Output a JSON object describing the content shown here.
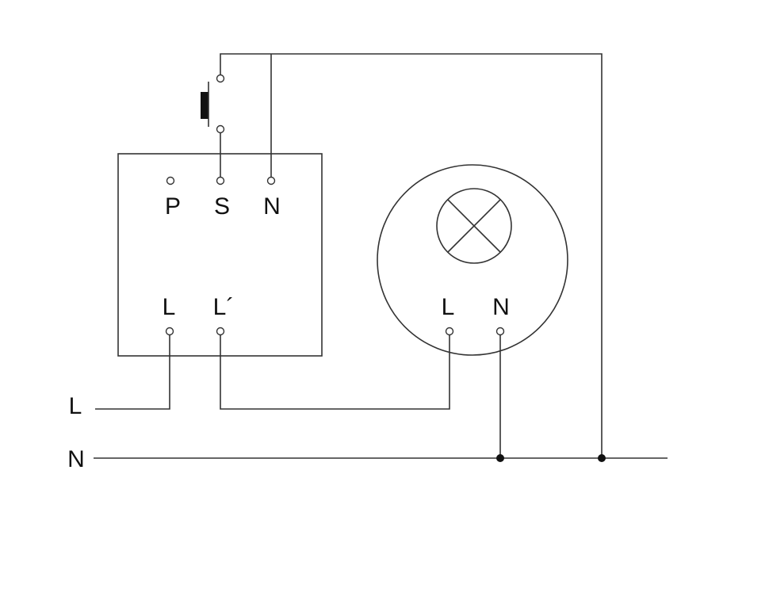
{
  "diagram": {
    "title": "Pushbutton dimmer wiring",
    "module": {
      "top_terminals": [
        "P",
        "S",
        "N"
      ],
      "bottom_terminals": [
        "L",
        "L´"
      ]
    },
    "lamp": {
      "terminals": [
        "L",
        "N"
      ]
    },
    "supply": {
      "line_label": "L",
      "neutral_label": "N"
    },
    "colors": {
      "line": "#333333",
      "background": "#ffffff"
    }
  }
}
